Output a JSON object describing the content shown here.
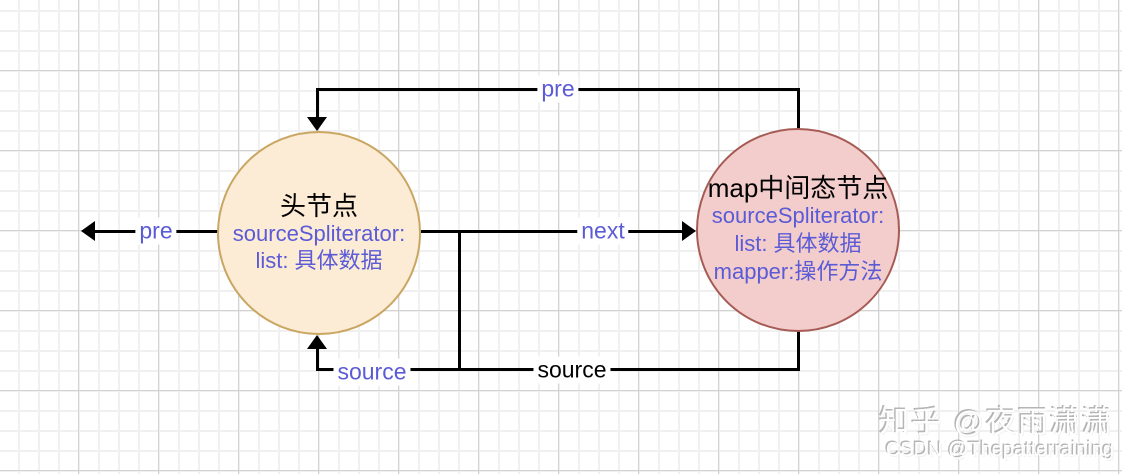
{
  "diagram": {
    "head_node": {
      "title": "头节点",
      "lines": [
        "sourceSpliterator:",
        "list: 具体数据"
      ]
    },
    "map_node": {
      "title": "map中间态节点",
      "lines": [
        "sourceSpliterator:",
        "list: 具体数据",
        "mapper:操作方法"
      ]
    },
    "edge_labels": {
      "pre_top": "pre",
      "pre_out": "pre",
      "next": "next",
      "source_inner": "source",
      "source_outer": "source"
    },
    "colors": {
      "head_fill": "#fcebd5",
      "head_border": "#c9a661",
      "map_fill": "#f3cdcc",
      "map_border": "#a65c55",
      "attr_text": "#5b5bd6",
      "edge": "#000000",
      "grid_minor": "#f0f0f0",
      "grid_major": "#d2d2d2"
    }
  },
  "watermark": {
    "line1": "知乎 @夜雨潇潇",
    "line2": "CSDN @Thepatterraining"
  }
}
